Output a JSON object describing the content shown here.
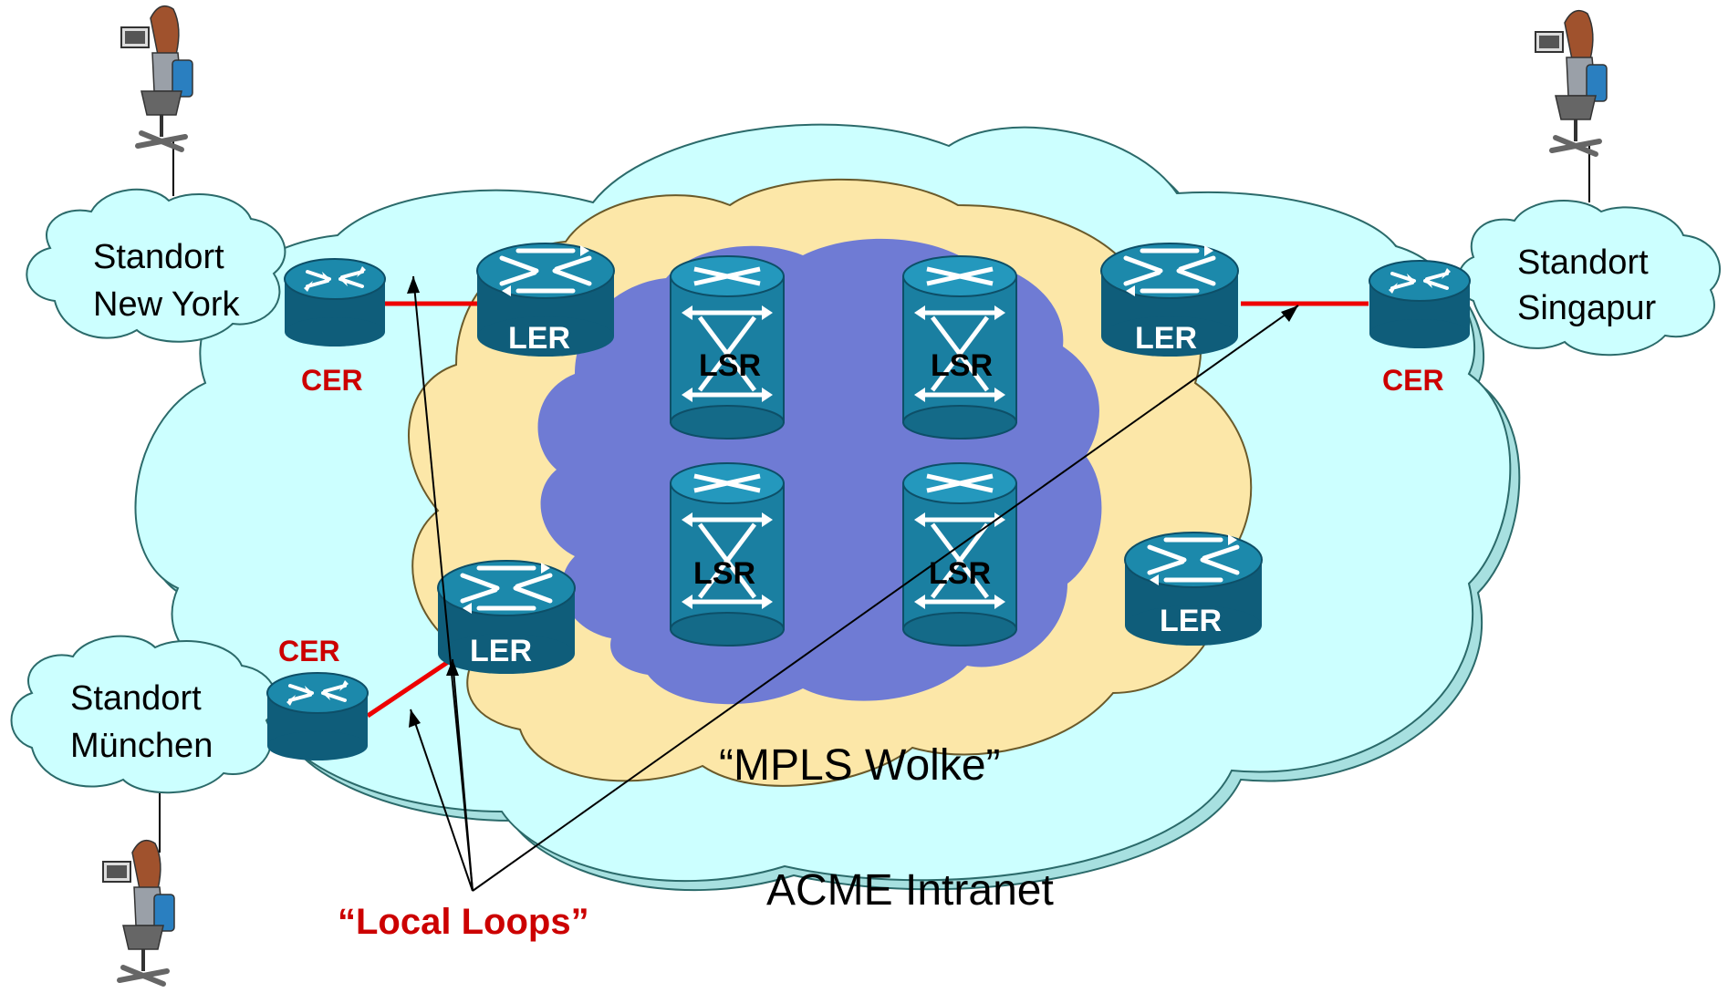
{
  "colors": {
    "outer_cloud": "#ccffff",
    "mpls_cloud": "#fce7a8",
    "core_cloud": "#6f7bd4",
    "site_cloud": "#ccffff",
    "device_blue": "#1c89ab",
    "device_dark": "#0f5d7a",
    "link_red": "#ee0000",
    "label_red": "#cc0000"
  },
  "diagram": {
    "outer_cloud_label": "ACME Intranet",
    "mpls_cloud_label": "“MPLS Wolke”",
    "local_loops_label": "“Local Loops”",
    "sites": [
      {
        "id": "new-york",
        "line1": "Standort",
        "line2": "New York"
      },
      {
        "id": "singapur",
        "line1": "Standort",
        "line2": "Singapur"
      },
      {
        "id": "muenchen",
        "line1": "Standort",
        "line2": "München"
      }
    ],
    "cer_label": "CER",
    "ler_label": "LER",
    "lsr_label": "LSR",
    "icons": [
      "user-at-laptop-icon",
      "router-icon",
      "label-edge-router-icon",
      "label-switch-router-icon"
    ]
  }
}
